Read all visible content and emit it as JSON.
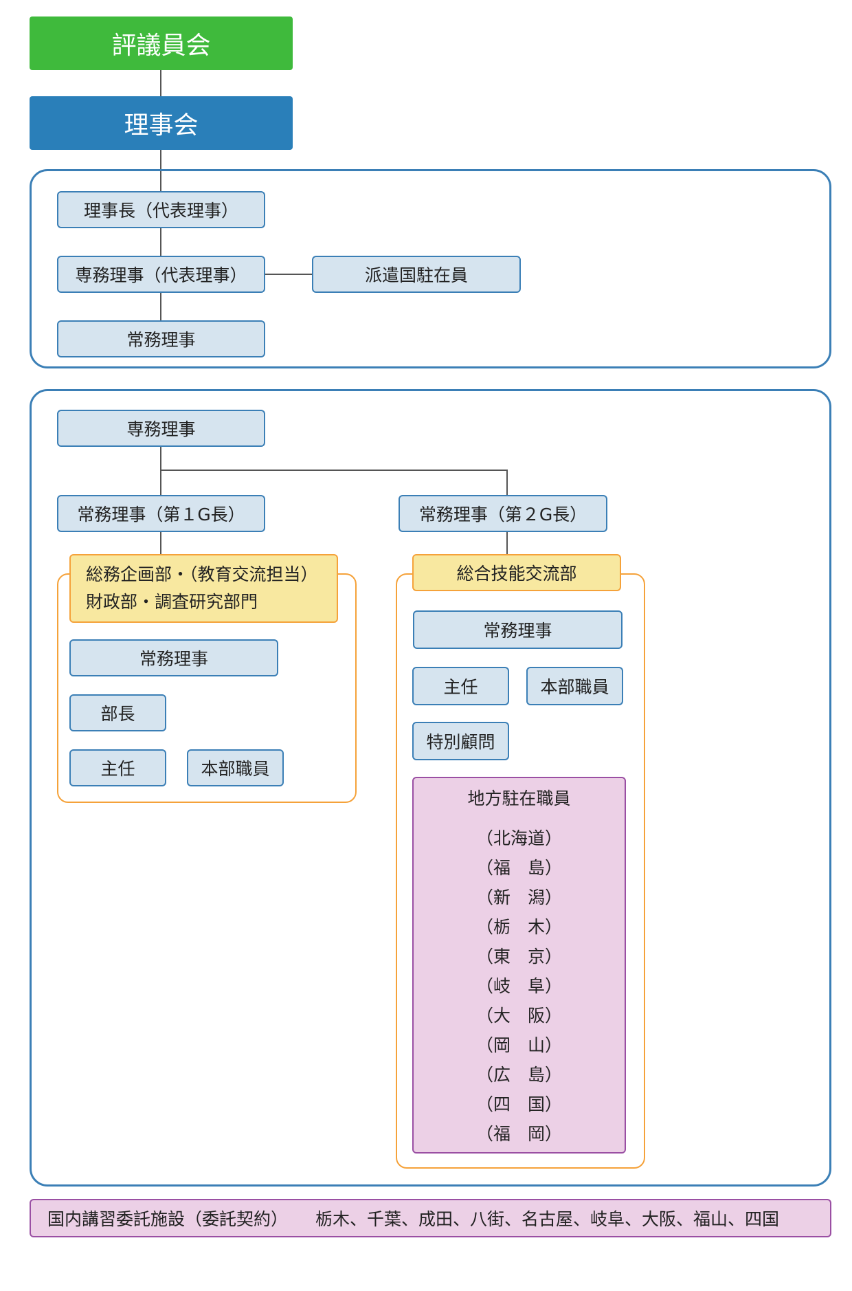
{
  "top": {
    "council": "評議員会",
    "board": "理事会"
  },
  "executive": {
    "chairman": "理事長（代表理事）",
    "senior_director": "専務理事（代表理事）",
    "dispatch": "派遣国駐在員",
    "managing_director": "常務理事"
  },
  "operations": {
    "senior_director": "専務理事",
    "group1": {
      "head": "常務理事（第１G長）",
      "dept_line1": "総務企画部・（教育交流担当）",
      "dept_line2": "財政部・調査研究部門",
      "managing_director": "常務理事",
      "manager": "部長",
      "chief": "主任",
      "staff": "本部職員"
    },
    "group2": {
      "head": "常務理事（第２G長）",
      "dept": "総合技能交流部",
      "managing_director": "常務理事",
      "chief": "主任",
      "staff": "本部職員",
      "advisor": "特別顧問",
      "regional": {
        "title": "地方駐在職員",
        "offices": [
          "（北海道）",
          "（福　島）",
          "（新　潟）",
          "（栃　木）",
          "（東　京）",
          "（岐　阜）",
          "（大　阪）",
          "（岡　山）",
          "（広　島）",
          "（四　国）",
          "（福　岡）"
        ]
      }
    }
  },
  "footer": {
    "label": "国内講習委託施設（委託契約）",
    "locations": "栃木、千葉、成田、八街、名古屋、岐阜、大阪、福山、四国"
  },
  "colors": {
    "green": "#3fba3c",
    "dark_blue": "#2a7fb9",
    "light_blue": "#d6e4ef",
    "border_blue": "#3b7fb6",
    "yellow": "#f8e8a0",
    "orange": "#f5a23a",
    "pink": "#ecd0e6",
    "purple": "#9a4fa3"
  }
}
